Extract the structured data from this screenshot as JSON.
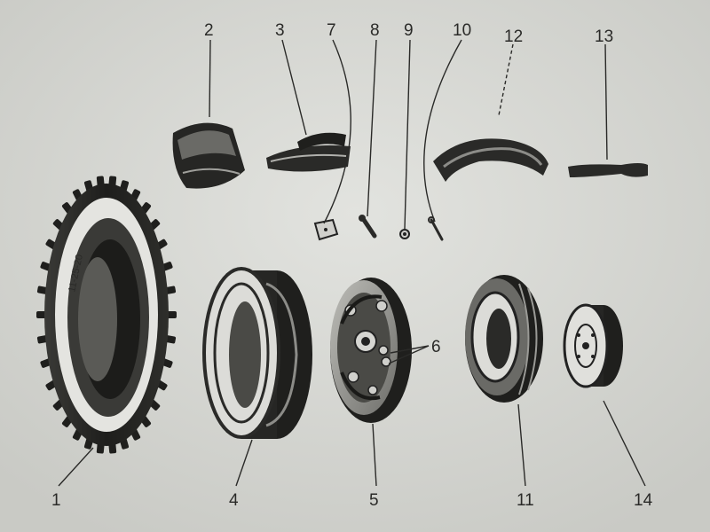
{
  "diagram": {
    "callouts": [
      {
        "id": "1",
        "label": "1"
      },
      {
        "id": "2",
        "label": "2"
      },
      {
        "id": "3",
        "label": "3"
      },
      {
        "id": "4",
        "label": "4"
      },
      {
        "id": "5",
        "label": "5"
      },
      {
        "id": "6",
        "label": "6"
      },
      {
        "id": "7",
        "label": "7"
      },
      {
        "id": "8",
        "label": "8"
      },
      {
        "id": "9",
        "label": "9"
      },
      {
        "id": "10",
        "label": "10"
      },
      {
        "id": "11",
        "label": "11"
      },
      {
        "id": "12",
        "label": "12"
      },
      {
        "id": "13",
        "label": "13"
      },
      {
        "id": "14",
        "label": "14"
      }
    ],
    "tire_sidewall_text": "11-25-20",
    "colors": {
      "paper": "#d9dad6",
      "ink": "#2a2a28",
      "rubber": "#1f1f1d",
      "metal": "#8c8c88"
    }
  }
}
